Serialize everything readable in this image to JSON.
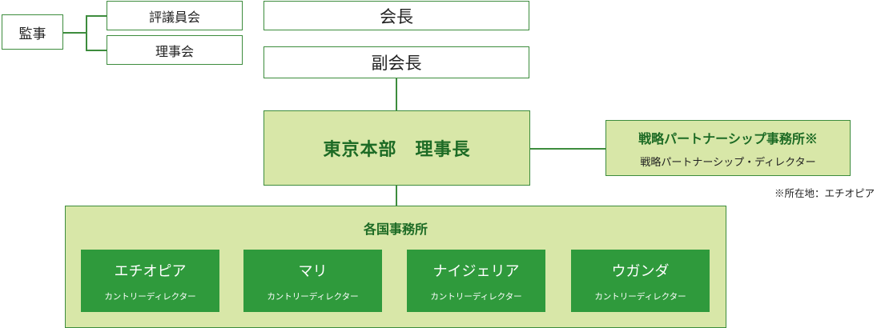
{
  "nodes": {
    "auditor": "監事",
    "councillors": "評議員会",
    "board": "理事会",
    "president": "会長",
    "vice_president": "副会長",
    "tokyo_hq": "東京本部　理事長",
    "strategic_office": {
      "title": "戦略パートナーシップ事務所※",
      "role": "戦略パートナーシップ・ディレクター"
    },
    "location_note": "※所在地：エチオピア",
    "country_offices": {
      "title": "各国事務所",
      "countries": [
        {
          "name": "エチオピア",
          "role": "カントリーディレクター"
        },
        {
          "name": "マリ",
          "role": "カントリーディレクター"
        },
        {
          "name": "ナイジェリア",
          "role": "カントリーディレクター"
        },
        {
          "name": "ウガンダ",
          "role": "カントリーディレクター"
        }
      ]
    }
  },
  "colors": {
    "line": "#3d8c3d",
    "light_fill": "#d8e7a8",
    "dark_fill": "#2f9a3c",
    "accent_text": "#1d6b25"
  }
}
